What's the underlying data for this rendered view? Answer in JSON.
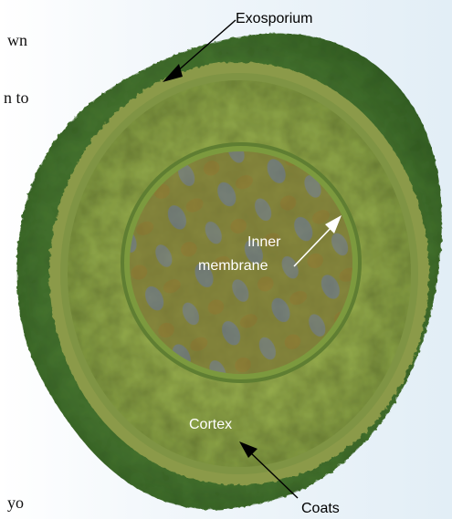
{
  "page_text": {
    "fragment_1": "wn",
    "fragment_2": "n to",
    "fragment_3": "yo"
  },
  "labels": {
    "exosporium": "Exosporium",
    "inner_membrane_line1": "Inner",
    "inner_membrane_line2": "membrane",
    "cortex": "Cortex",
    "coats": "Coats"
  },
  "colors": {
    "exosporium": "#3d6a2c",
    "coat_ring": "#8b9a48",
    "cortex": "#8ea548",
    "core": "#7a7d3a",
    "core_blue": "#6f7fa8",
    "leader": "#000000"
  }
}
